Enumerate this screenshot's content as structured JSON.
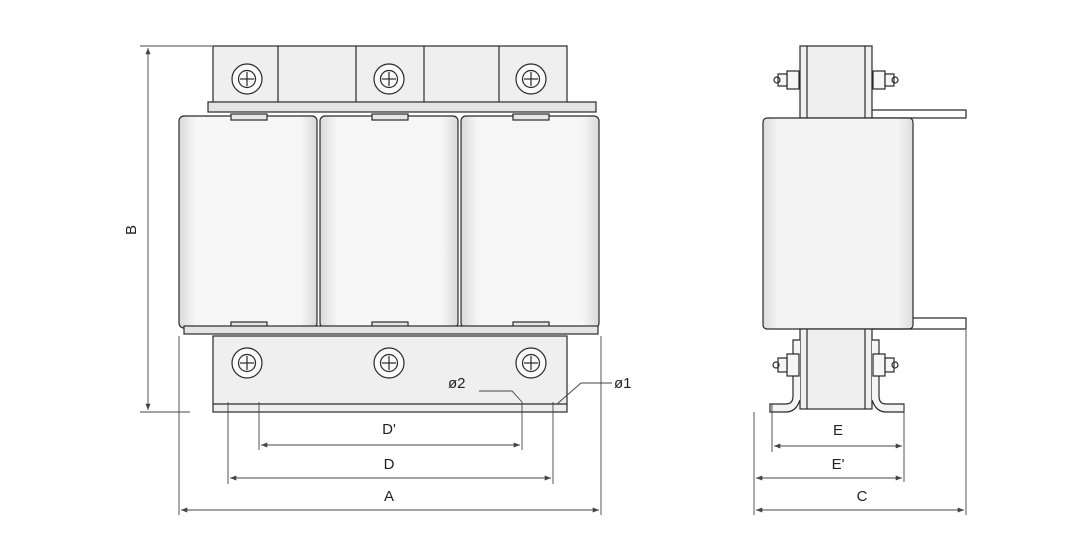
{
  "front_view": {
    "dim_A": "A",
    "dim_B": "B",
    "dim_D": "D",
    "dim_D_prime": "D'",
    "dim_phi1": "ø1",
    "dim_phi2": "ø2"
  },
  "side_view": {
    "dim_C": "C",
    "dim_E": "E",
    "dim_E_prime": "E'"
  },
  "colors": {
    "line": "#2a2a2a",
    "coil_fill": "#f2f2f2",
    "coil_shade": "#d6d6d6",
    "plate_fill": "#ececec",
    "dim_line": "#444444"
  }
}
